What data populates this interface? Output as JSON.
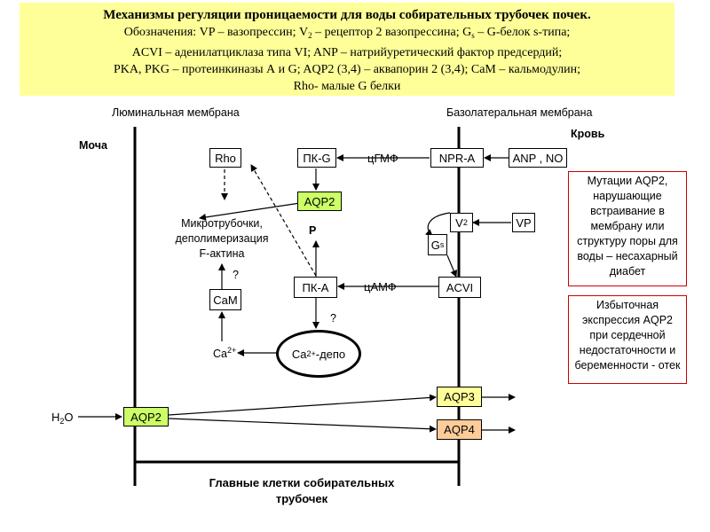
{
  "header": {
    "title": "Механизмы регуляции проницаемости для воды собирательных трубочек почек.",
    "line1_pre": "Обозначения:  VP – вазопрессин; V",
    "line1_sub": "2",
    "line1_mid": " – рецептор 2 вазопрессина; G",
    "line1_sub2": "s",
    "line1_post": " – G-белок s-типа;",
    "line2": "ACVI – аденилатциклаза типа VI; ANP – натрийуретический фактор предсердий;",
    "line3": "PKA, PKG – протеинкиназы А и G; AQP2 (3,4) – аквапорин 2 (3,4); CaM – кальмодулин;",
    "line4": "Rho- малые G  белки"
  },
  "labels": {
    "luminal": "Люминальная мембрана",
    "basolateral": "Базолатеральная мембрана",
    "urine": "Моча",
    "blood": "Кровь",
    "microtubules": [
      "Микротрубочки,",
      "деполимеризация",
      "F-актина"
    ],
    "p": "P",
    "q1": "?",
    "q2": "?",
    "cgmp": "цГМФ",
    "camp": "цАМФ",
    "ca_base": "Ca",
    "ca_sup": "2+",
    "h2o_base": "H",
    "h2o_sub": "2",
    "h2o_end": "O",
    "footer": [
      "Главные клетки собирательных",
      "трубочек"
    ]
  },
  "boxes": {
    "rho": "Rho",
    "pkg": "ПК-G",
    "npra": "NPR-A",
    "anp_no": "ANP , NO",
    "aqp2_top": "AQP2",
    "v2_base": "V",
    "v2_sub": "2",
    "vp": "VP",
    "gs_base": "G",
    "gs_sub": "s",
    "cam": "CaM",
    "pka": "ПК-А",
    "acvi": "ACVI",
    "depot_base": "Ca",
    "depot_sup": "2+",
    "depot_end": "-депо",
    "aqp2_bottom": "AQP2",
    "aqp3": "AQP3",
    "aqp4": "AQP4"
  },
  "notes": {
    "mutations": [
      "Мутации AQP2,",
      "нарушающие",
      "встраивание в",
      "мембрану или",
      "структуру поры для",
      "воды – несахарный",
      "диабет"
    ],
    "overexpression": [
      "Избыточная",
      "экспрессия AQP2",
      "при сердечной",
      "недостаточности и",
      "беременности - отек"
    ]
  }
}
